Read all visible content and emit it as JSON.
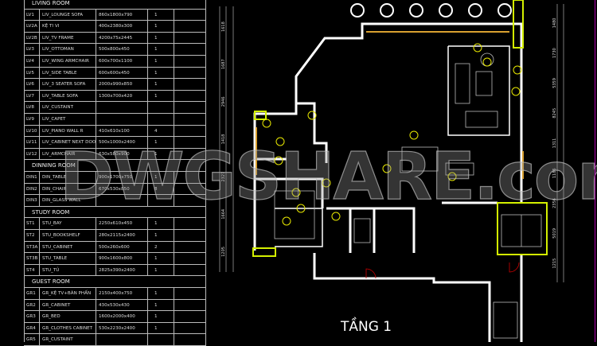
{
  "schedule": {
    "rows": [
      {
        "header": "LIVING ROOM"
      },
      {
        "code": "LV1",
        "name": "LIV_LOUNGE SOFA",
        "size": "860x1800x790",
        "qty": "1"
      },
      {
        "code": "LV2A",
        "name": "KỆ TI VI",
        "size": "400x2380x300",
        "qty": "1"
      },
      {
        "code": "LV2B",
        "name": "LIV_TV FRAME",
        "size": "4200x75x2445",
        "qty": "1"
      },
      {
        "code": "LV3",
        "name": "LIV_OTTOMAN",
        "size": "500x800x450",
        "qty": "1"
      },
      {
        "code": "LV4",
        "name": "LIV_WING ARMCHAIR",
        "size": "600x700x1100",
        "qty": "1"
      },
      {
        "code": "LV5",
        "name": "LIV_SIDE TABLE",
        "size": "600x600x450",
        "qty": "1"
      },
      {
        "code": "LV6",
        "name": "LIV_3 SEATER SOFA",
        "size": "2000x990x850",
        "qty": "1"
      },
      {
        "code": "LV7",
        "name": "LIV_TABLE SOFA",
        "size": "1300x700x420",
        "qty": "1"
      },
      {
        "code": "LV8",
        "name": "LIV_CUSTAINT",
        "size": "",
        "qty": ""
      },
      {
        "code": "LV9",
        "name": "LIV_CAPET",
        "size": "",
        "qty": ""
      },
      {
        "code": "LV10",
        "name": "LIV_PIANO WALL R",
        "size": "410x610x100",
        "qty": "4"
      },
      {
        "code": "LV11",
        "name": "LIV_CABINET NEXT DOOR",
        "size": "500x1000x2400",
        "qty": "1"
      },
      {
        "code": "LV12",
        "name": "LIV_ARMCHAIR",
        "size": "630x580x900",
        "qty": "1"
      },
      {
        "header": "DINNING ROOM"
      },
      {
        "code": "DIN1",
        "name": "DIN_TABLE",
        "size": "900x1700x750",
        "qty": "1"
      },
      {
        "code": "DIN2",
        "name": "DIN_CHAIR",
        "size": "670x530x850",
        "qty": "8"
      },
      {
        "code": "DIN3",
        "name": "DIN_GLASS WALL",
        "size": "",
        "qty": ""
      },
      {
        "header": "STUDY ROOM"
      },
      {
        "code": "ST1",
        "name": "STU_BAY",
        "size": "2250x610x450",
        "qty": "1"
      },
      {
        "code": "ST2",
        "name": "STU_BOOKSHELF",
        "size": "280x2115x2400",
        "qty": "1"
      },
      {
        "code": "ST3A",
        "name": "STU_CABINET",
        "size": "500x260x600",
        "qty": "2"
      },
      {
        "code": "ST3B",
        "name": "STU_TABLE",
        "size": "900x1600x800",
        "qty": "1"
      },
      {
        "code": "ST4",
        "name": "STU_TỦ",
        "size": "2825x390x2400",
        "qty": "1"
      },
      {
        "header": "GUEST ROOM"
      },
      {
        "code": "GR1",
        "name": "GR_KỆ TV+BÀN PHẤN",
        "size": "2150x400x750",
        "qty": "1"
      },
      {
        "code": "GR2",
        "name": "GR_CABINET",
        "size": "430x530x430",
        "qty": "1"
      },
      {
        "code": "GR3",
        "name": "GR_BED",
        "size": "1600x2000x400",
        "qty": "1"
      },
      {
        "code": "GR4",
        "name": "GR_CLOTHES CABINET",
        "size": "530x2230x2400",
        "qty": "1"
      },
      {
        "code": "GR5",
        "name": "GR_CUSTAINT",
        "size": "",
        "qty": ""
      }
    ]
  },
  "plan": {
    "title": "TẦNG 1",
    "watermark": "DWGSHARE.com",
    "dims_left": [
      "1618",
      "1687",
      "2946",
      "1418",
      "2327",
      "1664",
      "1205"
    ],
    "dims_right": [
      "1480",
      "1730",
      "5359",
      "8245",
      "1311",
      "1186",
      "2356",
      "5019",
      "1215"
    ],
    "colors": {
      "wall": "#ffffff",
      "column": "#d4f000",
      "tag": "#e8e800",
      "glass": "#d9a030",
      "border": "#b000b0"
    }
  }
}
